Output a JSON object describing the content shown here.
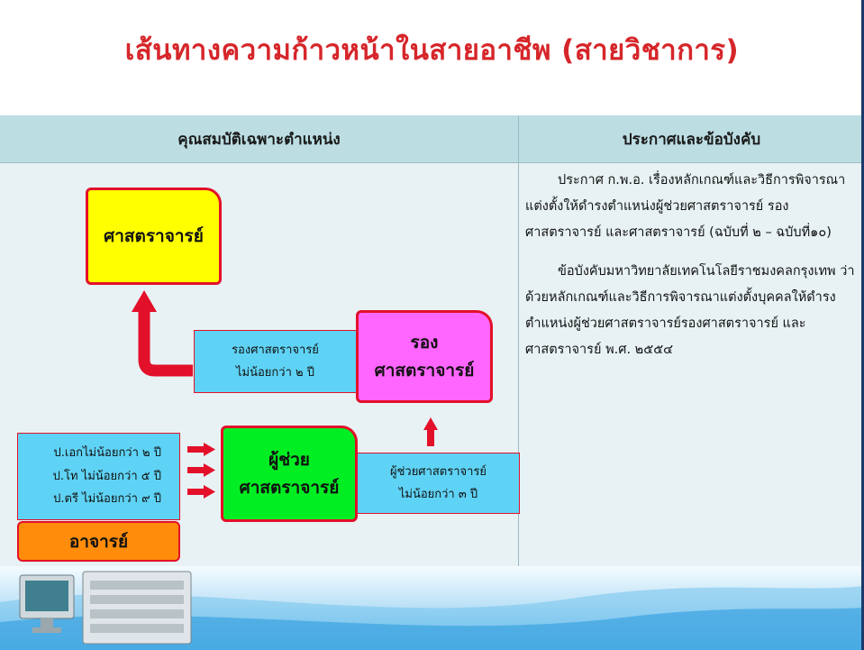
{
  "title": "เส้นทางความก้าวหน้าในสายอาชีพ (สายวิชาการ)",
  "table": {
    "left_header": "คุณสมบัติเฉพาะตำแหน่ง",
    "right_header": "ประกาศและข้อบังคับ"
  },
  "diagram": {
    "professor": "ศาสตราจารย์",
    "associate": {
      "line1": "รอง",
      "line2": "ศาสตราจารย์"
    },
    "assistant": {
      "line1": "ผู้ช่วย",
      "line2": "ศาสตราจารย์"
    },
    "lecturer": "อาจารย์",
    "cond_associate": {
      "line1": "รองศาสตราจารย์",
      "line2": "ไม่น้อยกว่า ๒ ปี"
    },
    "cond_assistant": {
      "line1": "ผู้ช่วยศาสตราจารย์",
      "line2": "ไม่น้อยกว่า ๓ ปี"
    },
    "cond_lecturer": [
      "ป.เอกไม่น้อยกว่า ๒ ปี",
      "ป.โท ไม่น้อยกว่า ๕ ปี",
      "ป.ตรี ไม่น้อยกว่า ๙ ปี"
    ],
    "colors": {
      "professor": "#ffff00",
      "associate": "#ff66ff",
      "assistant": "#00ee22",
      "lecturer": "#ff8c0a",
      "condition": "#5fd3f5",
      "arrow": "#e3102a"
    }
  },
  "regulations": {
    "para1": "ประกาศ ก.พ.อ. เรื่องหลักเกณฑ์และวิธีการพิจารณาแต่งตั้งให้ดำรงตำแหน่งผู้ช่วยศาสตราจารย์ รองศาสตราจารย์ และศาสตราจารย์ (ฉบับที่ ๒ – ฉบับที่๑๐)",
    "para2": "ข้อบังคับมหาวิทยาลัยเทคโนโลยีราชมงคลกรุงเทพ ว่าด้วยหลักเกณฑ์และวิธีการพิจารณาแต่งตั้งบุคคลให้ดำรงตำแหน่งผู้ช่วยศาสตราจารย์รองศาสตราจารย์ และศาสตราจารย์ พ.ศ. ๒๕๕๔"
  }
}
